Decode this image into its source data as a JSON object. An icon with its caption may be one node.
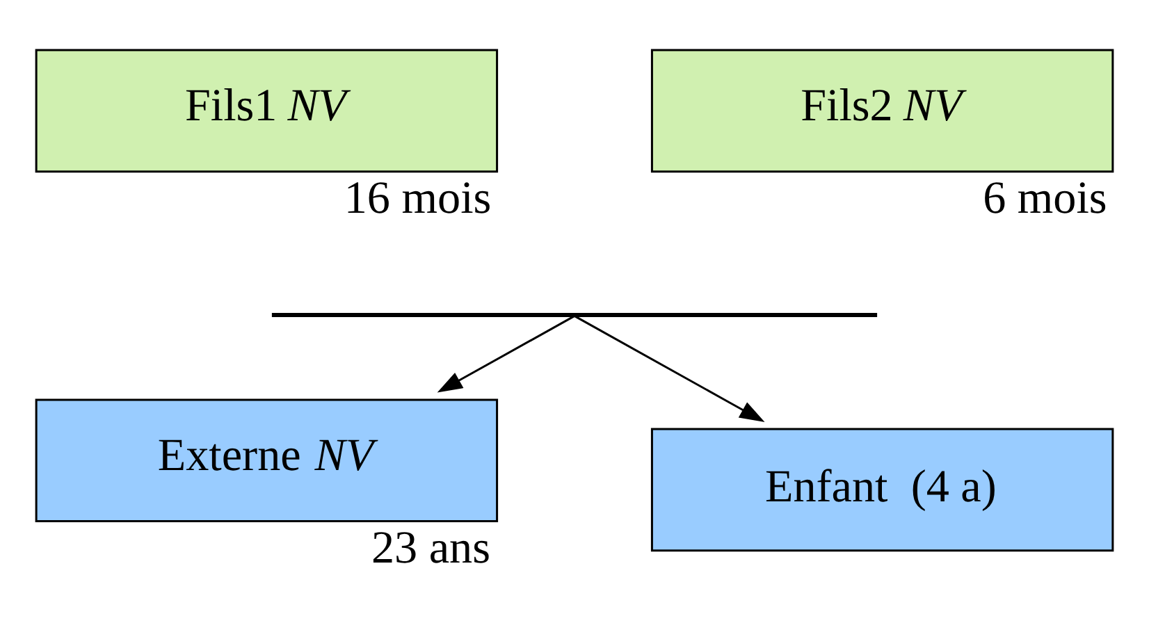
{
  "diagram": {
    "nodes": [
      {
        "text": [
          "Fils1 *NV*"
        ],
        "beside": [
          "16 mois"
        ]
      },
      {
        "text": [
          "Fils2 *NV*"
        ],
        "beside": [
          "6 mois"
        ]
      },
      {
        "text": [],
        "shape": "bar"
      },
      {
        "text": [
          "Externe *NV*"
        ],
        "beside": [
          "23 ans"
        ]
      },
      {
        "text": [
          "Enfant  (4 a)"
        ]
      }
    ],
    "edges": [
      {
        "from": 2,
        "to": 3,
        "arrow": "to"
      },
      {
        "from": 2,
        "to": 4,
        "arrow": "to"
      }
    ]
  }
}
